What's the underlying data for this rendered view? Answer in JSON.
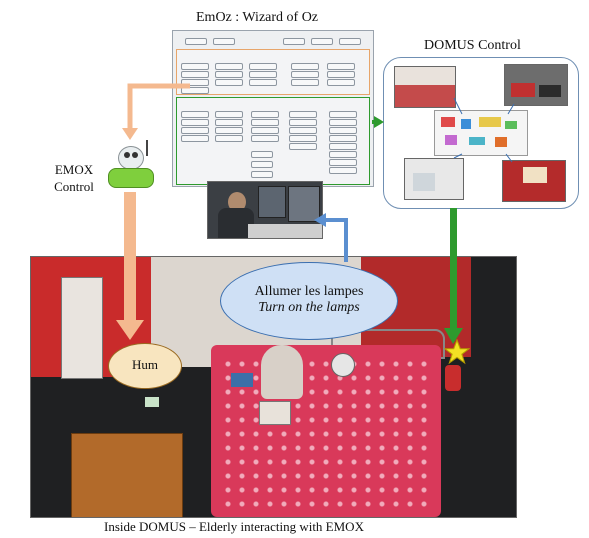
{
  "header": {
    "title": "EmOz : Wizard of Oz"
  },
  "domus": {
    "title": "DOMUS Control"
  },
  "emox": {
    "label": "EMOX\nControl"
  },
  "speech": {
    "line1": "Allumer les lampes",
    "line2": "Turn on the lamps"
  },
  "hum": {
    "text": "Hum"
  },
  "caption": {
    "text": "Inside DOMUS – Elderly interacting with EMOX"
  },
  "colors": {
    "orange_arrow": "#f4b98f",
    "green_arrow": "#2e9a2e",
    "blue_arrow": "#5b8fd0",
    "panel_bg": "#eef0f2",
    "panel_border": "#9aa3ad",
    "domus_box_border": "#6f8fb3"
  }
}
